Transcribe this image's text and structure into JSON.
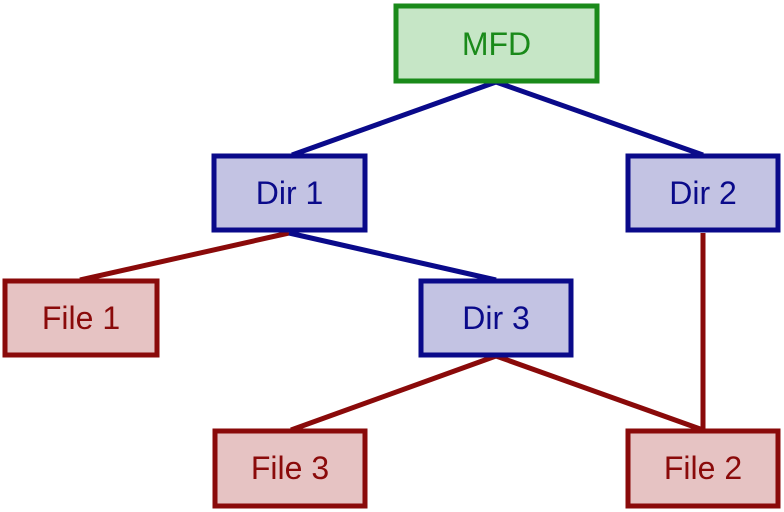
{
  "nodes": {
    "mfd": {
      "label": "MFD",
      "kind": "root"
    },
    "dir1": {
      "label": "Dir 1",
      "kind": "dir"
    },
    "dir2": {
      "label": "Dir 2",
      "kind": "dir"
    },
    "dir3": {
      "label": "Dir 3",
      "kind": "dir"
    },
    "file1": {
      "label": "File 1",
      "kind": "file"
    },
    "file2": {
      "label": "File 2",
      "kind": "file"
    },
    "file3": {
      "label": "File 3",
      "kind": "file"
    }
  },
  "edges": [
    {
      "from": "mfd",
      "to": "dir1",
      "kind": "dir"
    },
    {
      "from": "mfd",
      "to": "dir2",
      "kind": "dir"
    },
    {
      "from": "dir1",
      "to": "file1",
      "kind": "file"
    },
    {
      "from": "dir1",
      "to": "dir3",
      "kind": "dir"
    },
    {
      "from": "dir2",
      "to": "file2",
      "kind": "file"
    },
    {
      "from": "dir3",
      "to": "file3",
      "kind": "file"
    },
    {
      "from": "dir3",
      "to": "file2",
      "kind": "file"
    }
  ],
  "colors": {
    "root": {
      "fill": "#c6e6c6",
      "stroke": "#1a8a1a",
      "text": "#1a8a1a"
    },
    "dir": {
      "fill": "#c3c3e3",
      "stroke": "#0a0a8a",
      "text": "#0a0a8a"
    },
    "file": {
      "fill": "#e6c3c3",
      "stroke": "#8a0a0a",
      "text": "#8a0a0a"
    }
  }
}
